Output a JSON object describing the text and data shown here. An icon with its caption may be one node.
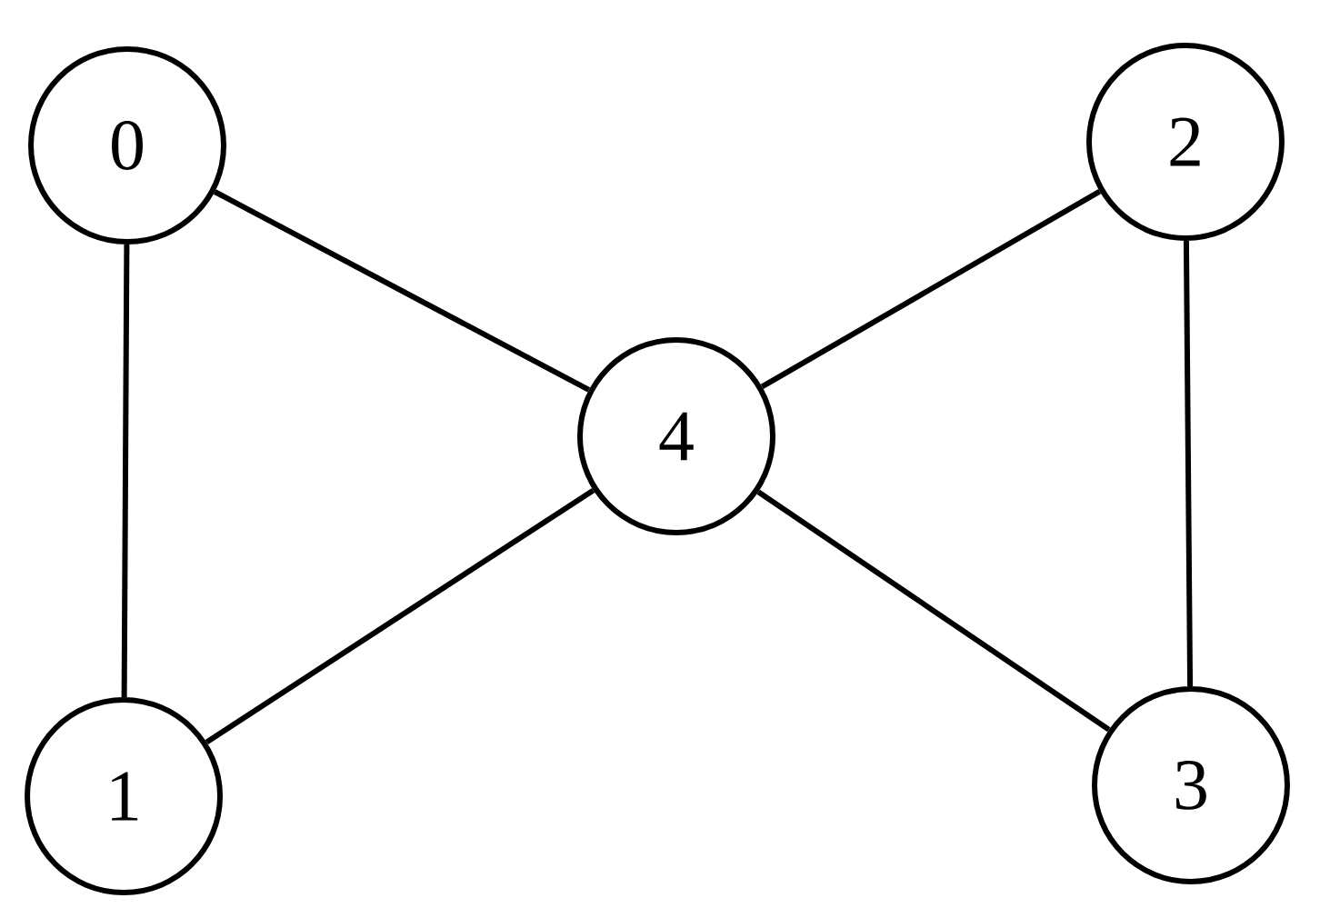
{
  "diagram": {
    "nodes": [
      {
        "text": [
          "0"
        ]
      },
      {
        "text": [
          "1"
        ]
      },
      {
        "text": [
          "2"
        ]
      },
      {
        "text": [
          "3"
        ]
      },
      {
        "text": [
          "4"
        ]
      }
    ],
    "edges": [
      {
        "from": 0,
        "to": 1,
        "arrow": "none"
      },
      {
        "from": 0,
        "to": 4,
        "arrow": "none"
      },
      {
        "from": 1,
        "to": 4,
        "arrow": "none"
      },
      {
        "from": 2,
        "to": 4,
        "arrow": "none"
      },
      {
        "from": 2,
        "to": 3,
        "arrow": "none"
      },
      {
        "from": 3,
        "to": 4,
        "arrow": "none"
      }
    ]
  }
}
